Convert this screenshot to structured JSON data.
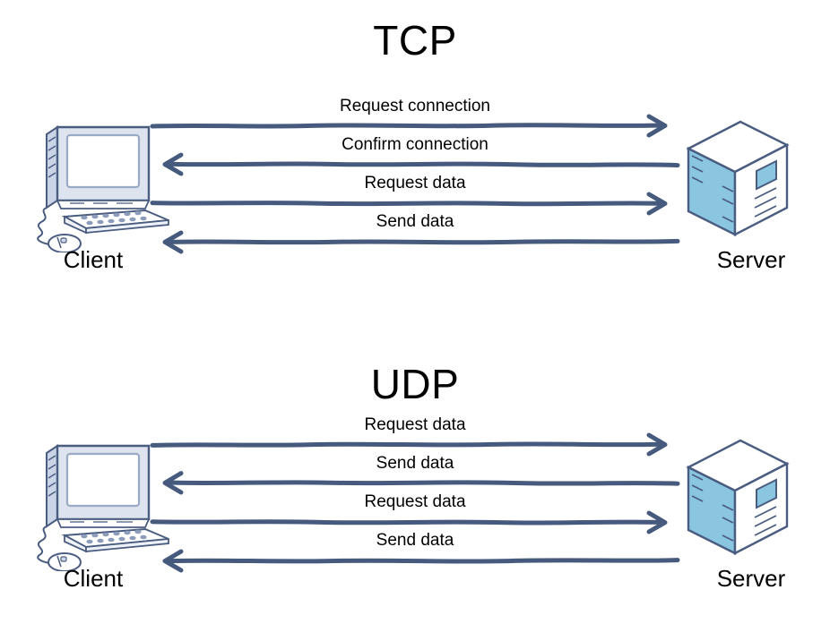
{
  "diagram": {
    "title_tcp": "TCP",
    "title_udp": "UDP",
    "colors": {
      "arrow": "#465a7e",
      "server_face": "#8ac6e0",
      "monitor_bezel": "#dde4ef",
      "outline": "#4a5d80",
      "background": "#ffffff",
      "text": "#000000"
    },
    "node_labels": {
      "client": "Client",
      "server": "Server"
    },
    "icons": {
      "client": "desktop-computer-icon",
      "server": "server-tower-icon"
    }
  },
  "sections": [
    {
      "id": "tcp",
      "title": "TCP",
      "client_label": "Client",
      "server_label": "Server",
      "flows": [
        {
          "label": "Request connection",
          "direction": "right"
        },
        {
          "label": "Confirm connection",
          "direction": "left"
        },
        {
          "label": "Request data",
          "direction": "right"
        },
        {
          "label": "Send data",
          "direction": "left"
        }
      ]
    },
    {
      "id": "udp",
      "title": "UDP",
      "client_label": "Client",
      "server_label": "Server",
      "flows": [
        {
          "label": "Request data",
          "direction": "right"
        },
        {
          "label": "Send data",
          "direction": "left"
        },
        {
          "label": "Request data",
          "direction": "right"
        },
        {
          "label": "Send data",
          "direction": "left"
        }
      ]
    }
  ]
}
